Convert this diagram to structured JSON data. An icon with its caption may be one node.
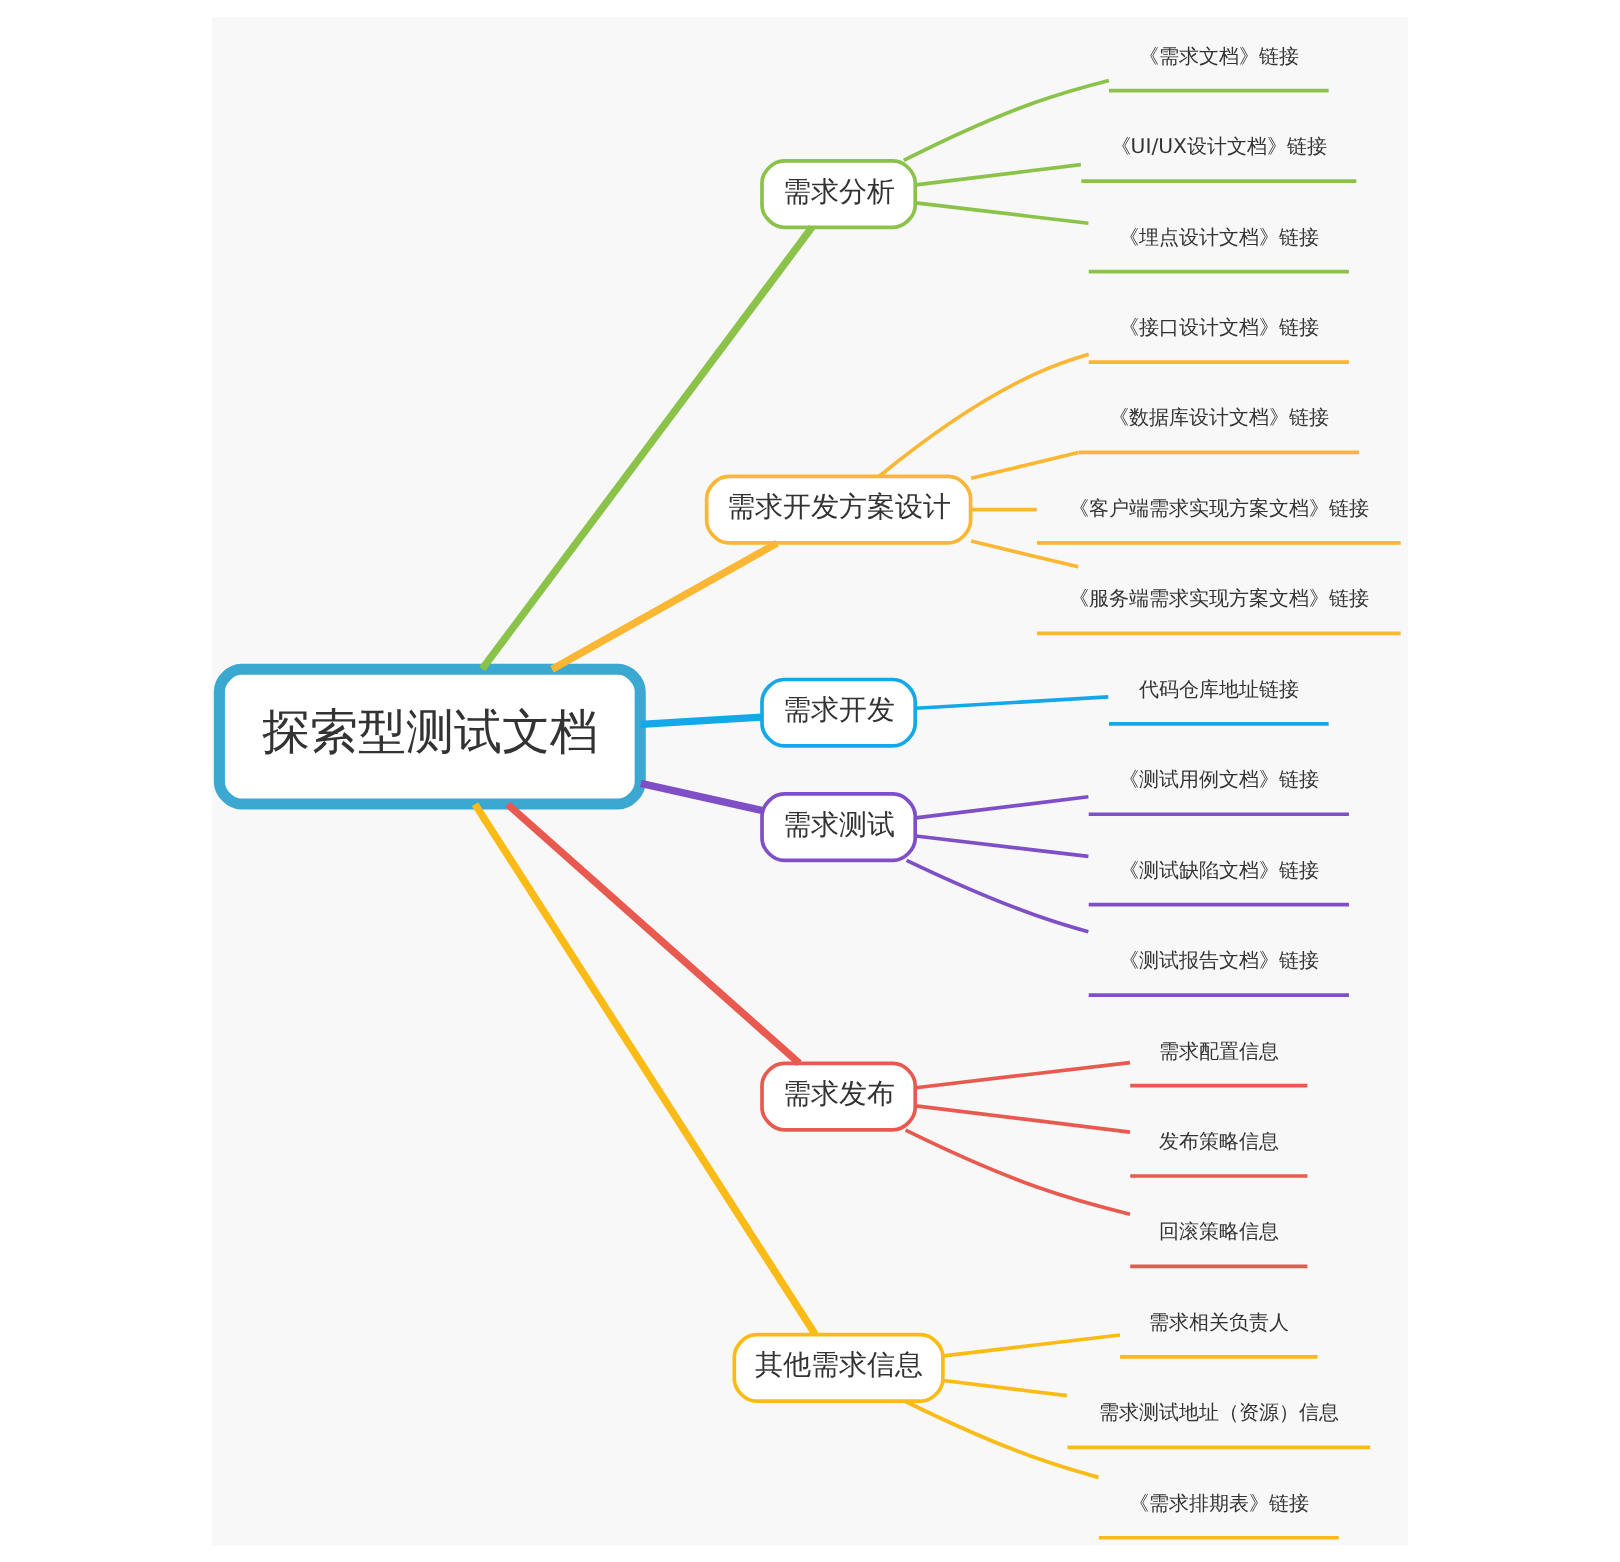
{
  "diagram": {
    "nodes": [
      {
        "text": [
          "探索型测试文档"
        ]
      },
      {
        "text": [
          "需求分析"
        ]
      },
      {
        "text": [
          "《需求文档》链接"
        ]
      },
      {
        "text": [
          "《UI/UX设计文档》链接"
        ]
      },
      {
        "text": [
          "《埋点设计文档》链接"
        ]
      },
      {
        "text": [
          "需求开发方案设计"
        ]
      },
      {
        "text": [
          "《接口设计文档》链接"
        ]
      },
      {
        "text": [
          "《数据库设计文档》链接"
        ]
      },
      {
        "text": [
          "《客户端需求实现方案文档》链接"
        ]
      },
      {
        "text": [
          "《服务端需求实现方案文档》链接"
        ]
      },
      {
        "text": [
          "需求开发"
        ]
      },
      {
        "text": [
          "代码仓库地址链接"
        ]
      },
      {
        "text": [
          "需求测试"
        ]
      },
      {
        "text": [
          "《测试用例文档》链接"
        ]
      },
      {
        "text": [
          "《测试缺陷文档》链接"
        ]
      },
      {
        "text": [
          "《测试报告文档》链接"
        ]
      },
      {
        "text": [
          "需求发布"
        ]
      },
      {
        "text": [
          "需求配置信息"
        ]
      },
      {
        "text": [
          "发布策略信息"
        ]
      },
      {
        "text": [
          "回滚策略信息"
        ]
      },
      {
        "text": [
          "其他需求信息"
        ]
      },
      {
        "text": [
          "需求相关负责人"
        ]
      },
      {
        "text": [
          "需求测试地址（资源）信息"
        ]
      },
      {
        "text": [
          "《需求排期表》链接"
        ]
      }
    ],
    "edges": [
      {
        "from": 0,
        "to": 1,
        "arrow": "none",
        "style": "thick",
        "color": "#8bc34a"
      },
      {
        "from": 1,
        "to": 2,
        "arrow": "none",
        "color": "#8bc34a"
      },
      {
        "from": 1,
        "to": 3,
        "arrow": "none",
        "color": "#8bc34a"
      },
      {
        "from": 1,
        "to": 4,
        "arrow": "none",
        "color": "#8bc34a"
      },
      {
        "from": 0,
        "to": 5,
        "arrow": "none",
        "style": "thick",
        "color": "#fbb634"
      },
      {
        "from": 5,
        "to": 6,
        "arrow": "none",
        "color": "#fbb634"
      },
      {
        "from": 5,
        "to": 7,
        "arrow": "none",
        "color": "#fbb634"
      },
      {
        "from": 5,
        "to": 8,
        "arrow": "none",
        "color": "#fbb634"
      },
      {
        "from": 5,
        "to": 9,
        "arrow": "none",
        "color": "#fbb634"
      },
      {
        "from": 0,
        "to": 10,
        "arrow": "none",
        "style": "thick",
        "color": "#13a8e8"
      },
      {
        "from": 10,
        "to": 11,
        "arrow": "none",
        "color": "#13a8e8"
      },
      {
        "from": 0,
        "to": 12,
        "arrow": "none",
        "style": "thick",
        "color": "#7e4fc6"
      },
      {
        "from": 12,
        "to": 13,
        "arrow": "none",
        "color": "#7e4fc6"
      },
      {
        "from": 12,
        "to": 14,
        "arrow": "none",
        "color": "#7e4fc6"
      },
      {
        "from": 12,
        "to": 15,
        "arrow": "none",
        "color": "#7e4fc6"
      },
      {
        "from": 0,
        "to": 16,
        "arrow": "none",
        "style": "thick",
        "color": "#e85a4f"
      },
      {
        "from": 16,
        "to": 17,
        "arrow": "none",
        "color": "#e85a4f"
      },
      {
        "from": 16,
        "to": 18,
        "arrow": "none",
        "color": "#e85a4f"
      },
      {
        "from": 16,
        "to": 19,
        "arrow": "none",
        "color": "#e85a4f"
      },
      {
        "from": 0,
        "to": 20,
        "arrow": "none",
        "style": "thick",
        "color": "#fbbb16"
      },
      {
        "from": 20,
        "to": 21,
        "arrow": "none",
        "color": "#fbbb16"
      },
      {
        "from": 20,
        "to": 22,
        "arrow": "none",
        "color": "#fbbb16"
      },
      {
        "from": 20,
        "to": 23,
        "arrow": "none",
        "color": "#fbbb16"
      }
    ]
  }
}
